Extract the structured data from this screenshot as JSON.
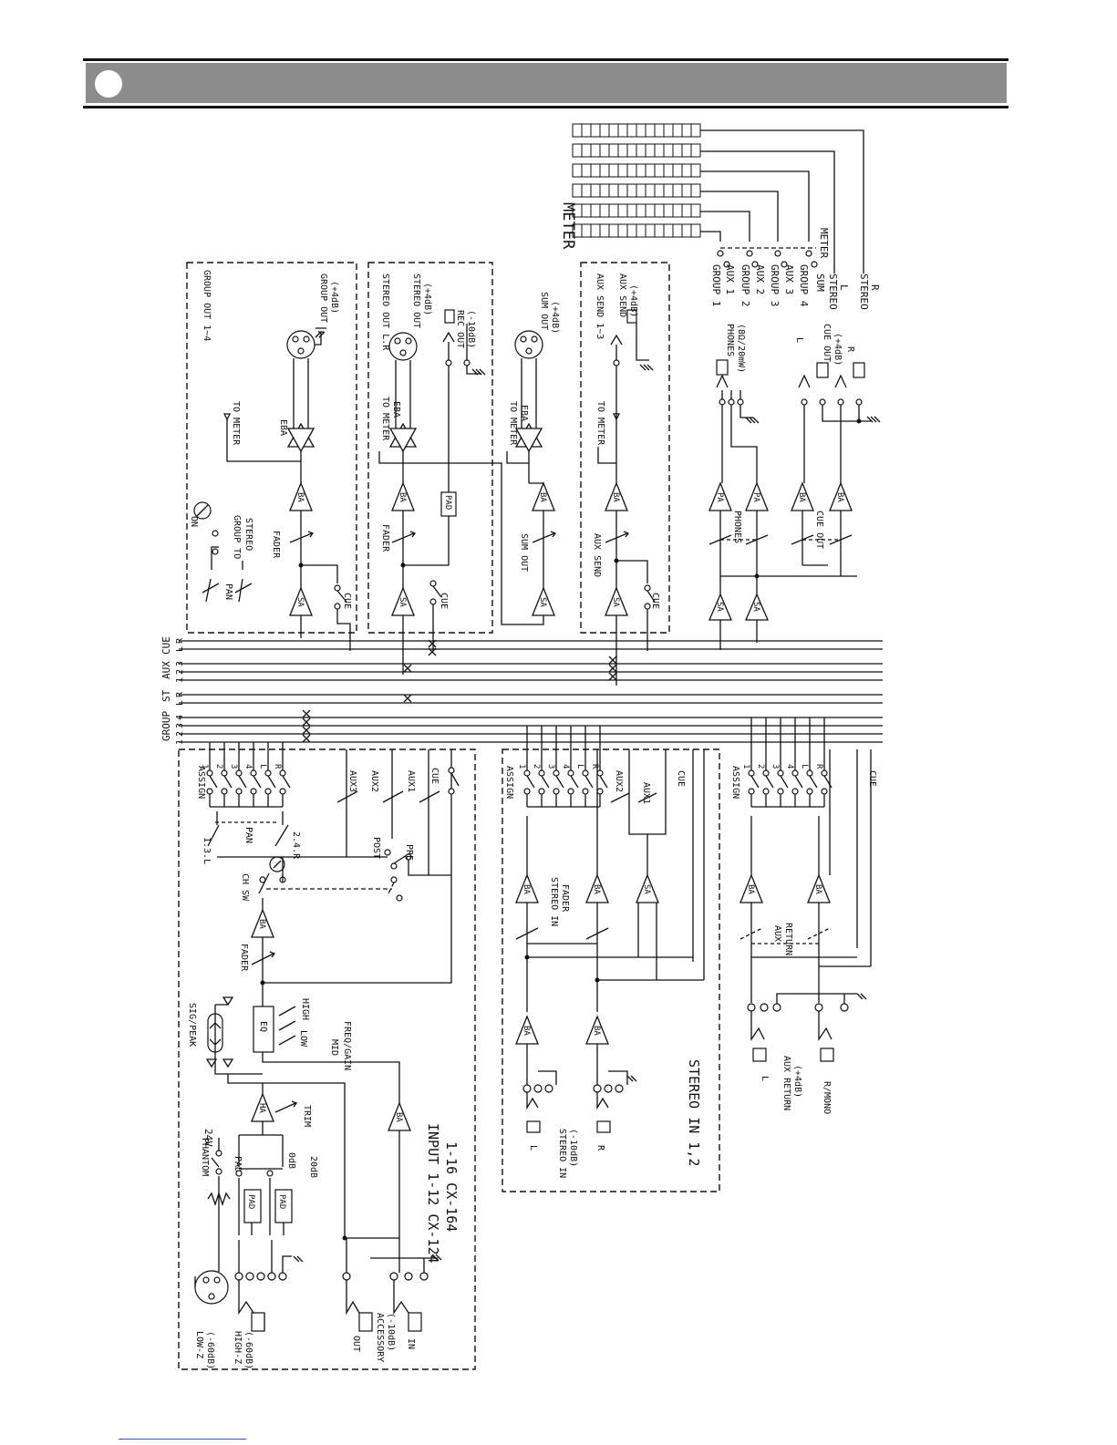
{
  "header": {
    "band_color": "#8c8c8c"
  },
  "meter": {
    "title": "METER",
    "selector_labels": [
      "GROUP 1",
      "AUX 1",
      "GROUP 2",
      "AUX 2",
      "GROUP 3",
      "AUX 3",
      "GROUP 4",
      "SUM",
      "METER",
      "STEREO",
      "L",
      "STEREO",
      "R"
    ],
    "bar_count": 6
  },
  "bus": {
    "group_label": "GROUP",
    "group_nums": [
      "1",
      "2",
      "3",
      "4"
    ],
    "st_label": "ST",
    "st_lr": [
      "L",
      "R"
    ],
    "aux_label": "AUX",
    "aux_nums": [
      "1",
      "2",
      "3"
    ],
    "cue_label": "CUE",
    "cue_lr": [
      "L",
      "R"
    ]
  },
  "group_out": {
    "title": "GROUP OUT 1~4",
    "on": "ON",
    "group_to_stereo": [
      "GROUP TO",
      "STEREO"
    ],
    "pan": "PAN",
    "to_meter": "TO METER",
    "fader": "FADER",
    "out_label": [
      "GROUP OUT",
      "(+4dB)"
    ],
    "eba": "EBA",
    "ba": "BA",
    "sa": "SA",
    "cue": "CUE"
  },
  "stereo_out": {
    "title": "STEREO OUT L.R",
    "out_label": [
      "STEREO OUT",
      "(+4dB)"
    ],
    "rec_out": [
      "REC OUT",
      "(-10dB)"
    ],
    "to_meter": "TO METER",
    "eba": "EBA",
    "fader": "FADER",
    "pad": "PAD",
    "ba": "BA",
    "sa": "SA",
    "cue": "CUE"
  },
  "sum_out": {
    "out_label": [
      "SUM OUT",
      "(+4dB)"
    ],
    "to_meter": "TO METER",
    "eba": "EBA",
    "fader_label": "SUM OUT",
    "ba": "BA",
    "sa": "SA"
  },
  "aux_send": {
    "title": "AUX SEND 1~3",
    "out_label": [
      "AUX SEND",
      "(+4dB)"
    ],
    "to_meter": "TO METER",
    "fader_label": "AUX SEND",
    "ba": "BA",
    "sa": "SA",
    "cue": "CUE"
  },
  "phones": {
    "out_label": [
      "PHONES",
      "(8Ω/20mW)"
    ],
    "level_label": "PHONES",
    "pa": "PA",
    "sa": "SA"
  },
  "cue_out": {
    "out_label": [
      "CUE OUT",
      "(+4dB)"
    ],
    "level_label": "CUE OUT",
    "l": "L",
    "r": "R",
    "ba": "BA"
  },
  "input": {
    "title_1": "INPUT 1-12  CX-124",
    "title_2": "1-16  CX-164",
    "assign": "ASSIGN",
    "assign_nums": [
      "1",
      "2",
      "3",
      "4",
      "L",
      "R"
    ],
    "aux_labels": [
      "AUX3",
      "AUX2",
      "AUX1",
      "CUE"
    ],
    "pan": "PAN",
    "pan_l": "1.3.L",
    "pan_r": "2.4.R",
    "post": "POST",
    "pre": "PRE",
    "ch_sw": "CH SW",
    "fader": "FADER",
    "ba": "BA",
    "sig_peak": "SIG/PEAK",
    "eq": "EQ",
    "eq_low": "LOW",
    "eq_high": "HIGH",
    "eq_mid": "MID",
    "eq_freq": "FREQ/GAIN",
    "ha": "HA",
    "trim": "TRIM",
    "phantom": "PHANTOM",
    "phantom_v": "24V",
    "pad": "PAD",
    "pad_box": "PAD",
    "pad_values": [
      "0dB",
      "20dB"
    ],
    "low_z": [
      "LOW-Z",
      "(-60dB)"
    ],
    "high_z": [
      "HIGH-Z",
      "(-60dB)"
    ],
    "acc_out": "OUT",
    "accessory": [
      "ACCESSORY",
      "(-10dB)"
    ],
    "acc_in": "IN"
  },
  "stereo_in": {
    "title": "STEREO IN 1,2",
    "assign": "ASSIGN",
    "assign_nums": [
      "1",
      "2",
      "3",
      "4",
      "L",
      "R"
    ],
    "aux_labels": [
      "AUX2",
      "AUX1",
      "CUE"
    ],
    "fader_label": [
      "STEREO IN",
      "FADER"
    ],
    "jack_label": [
      "STEREO IN",
      "(-10dB)"
    ],
    "l": "L",
    "r": "R",
    "ba": "BA",
    "sa": "SA"
  },
  "aux_return": {
    "assign": "ASSIGN",
    "assign_nums": [
      "1",
      "2",
      "3",
      "4",
      "L",
      "R"
    ],
    "cue": "CUE",
    "level_label": [
      "AUX",
      "RETURN"
    ],
    "jack_label": [
      "AUX RETURN",
      "(+4dB)"
    ],
    "l": "L",
    "r_mono": "R/MONO",
    "ba": "BA"
  }
}
